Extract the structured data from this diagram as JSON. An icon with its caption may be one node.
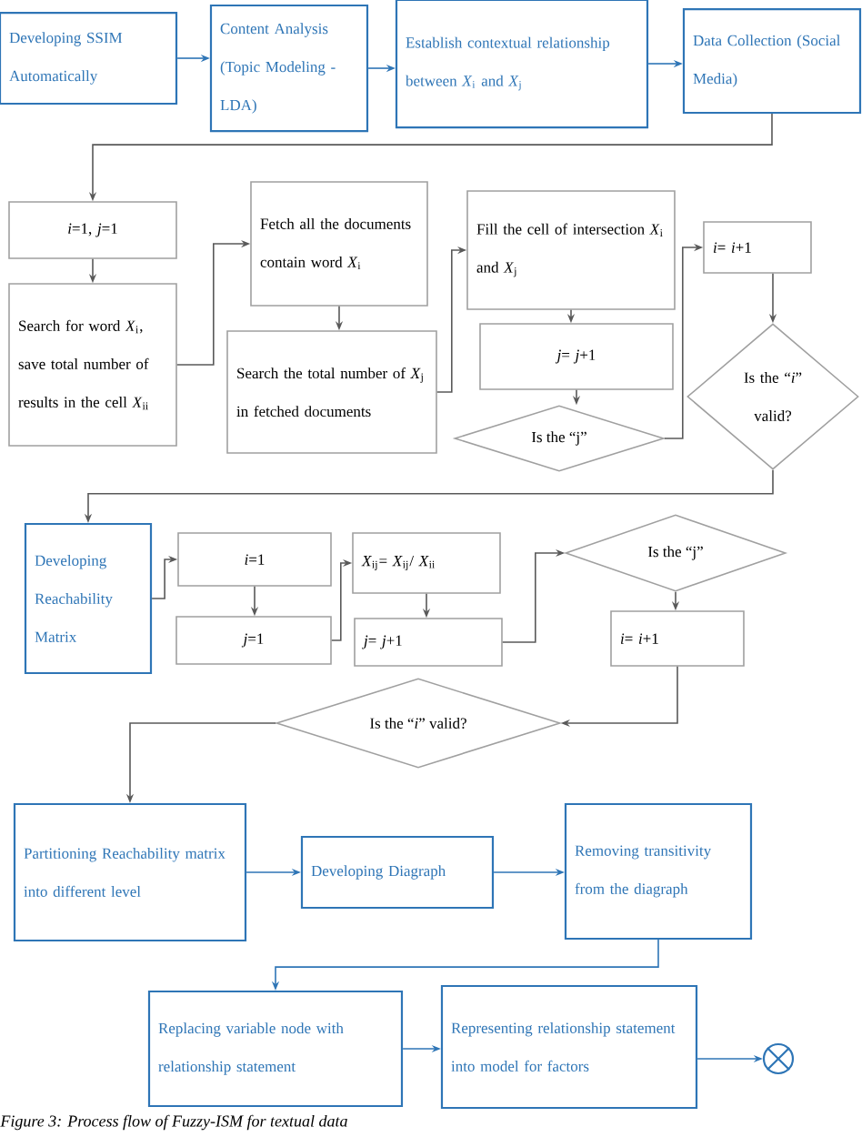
{
  "diagram": {
    "caption": "Figure 3: Process flow of Fuzzy-ISM for textual data",
    "nodes": [
      {
        "text": [
          "Developing SSIM Automatically"
        ]
      },
      {
        "text": [
          "Content Analysis (Topic Modeling - LDA)"
        ]
      },
      {
        "text": [
          "Establish contextual relationship between *X*$_{i}$ and *X*$_{j}$"
        ]
      },
      {
        "text": [
          "Data Collection (Social Media)"
        ]
      },
      {
        "text": [
          "*i*=1, *j*=1"
        ]
      },
      {
        "text": [
          "Search for word *X*$_{i}$, save total number of results in the cell *X*$_{ii}$"
        ]
      },
      {
        "text": [
          "Fetch all the documents contain word *X*$_{i}$"
        ]
      },
      {
        "text": [
          "Search the total number of *X*$_{j}$ in fetched documents"
        ]
      },
      {
        "text": [
          "Fill the cell of intersection *X*$_{i}$ and *X*$_{j}$"
        ]
      },
      {
        "text": [
          "*j*= *j*+1"
        ]
      },
      {
        "text": [
          "Is the “j”"
        ]
      },
      {
        "text": [
          "*i*= *i*+1"
        ]
      },
      {
        "text": [
          "Is the “*i*” valid?"
        ]
      },
      {
        "text": [
          "Developing Reachability Matrix"
        ]
      },
      {
        "text": [
          "*i*=1"
        ]
      },
      {
        "text": [
          "*j*=1"
        ]
      },
      {
        "text": [
          "*X*$_{ij}$= *X*$_{ij}$/ *X*$_{ii}$"
        ]
      },
      {
        "text": [
          "*j*= *j*+1"
        ]
      },
      {
        "text": [
          "Is the “j”"
        ]
      },
      {
        "text": [
          "*i*= *i*+1"
        ]
      },
      {
        "text": [
          "Is the “*i*” valid?"
        ]
      },
      {
        "text": [
          "Partitioning Reachability matrix into different level"
        ]
      },
      {
        "text": [
          "Developing Diagraph"
        ]
      },
      {
        "text": [
          "Removing transitivity from the diagraph"
        ]
      },
      {
        "text": [
          "Replacing variable node with relationship statement"
        ]
      },
      {
        "text": [
          "Representing relationship statement into model for factors"
        ]
      },
      {
        "text": [],
        "shape": "circle"
      }
    ],
    "edges": [
      {
        "from": 0,
        "to": 1,
        "arrow": "to",
        "color": "#2e75b6"
      },
      {
        "from": 1,
        "to": 2,
        "arrow": "to",
        "color": "#2e75b6"
      },
      {
        "from": 2,
        "to": 3,
        "arrow": "to",
        "color": "#2e75b6"
      },
      {
        "from": 3,
        "to": 4,
        "arrow": "to"
      },
      {
        "from": 4,
        "to": 5,
        "arrow": "to"
      },
      {
        "from": 5,
        "to": 6,
        "arrow": "to"
      },
      {
        "from": 6,
        "to": 7,
        "arrow": "to"
      },
      {
        "from": 7,
        "to": 8,
        "arrow": "to"
      },
      {
        "from": 8,
        "to": 9,
        "arrow": "to"
      },
      {
        "from": 9,
        "to": 10,
        "arrow": "to"
      },
      {
        "from": 10,
        "to": 11,
        "arrow": "to"
      },
      {
        "from": 11,
        "to": 12,
        "arrow": "to"
      },
      {
        "from": 12,
        "to": 13,
        "arrow": "to"
      },
      {
        "from": 13,
        "to": 14,
        "arrow": "to"
      },
      {
        "from": 14,
        "to": 15,
        "arrow": "to"
      },
      {
        "from": 15,
        "to": 16,
        "arrow": "to"
      },
      {
        "from": 16,
        "to": 17,
        "arrow": "to"
      },
      {
        "from": 17,
        "to": 18,
        "arrow": "to"
      },
      {
        "from": 18,
        "to": 19,
        "arrow": "to"
      },
      {
        "from": 19,
        "to": 20,
        "arrow": "to"
      },
      {
        "from": 20,
        "to": 21,
        "arrow": "to"
      },
      {
        "from": 21,
        "to": 22,
        "arrow": "to",
        "color": "#2e75b6"
      },
      {
        "from": 22,
        "to": 23,
        "arrow": "to",
        "color": "#2e75b6"
      },
      {
        "from": 23,
        "to": 24,
        "arrow": "to",
        "color": "#2e75b6"
      },
      {
        "from": 24,
        "to": 25,
        "arrow": "to",
        "color": "#2e75b6"
      },
      {
        "from": 25,
        "to": 26,
        "arrow": "to",
        "color": "#2e75b6"
      }
    ]
  }
}
